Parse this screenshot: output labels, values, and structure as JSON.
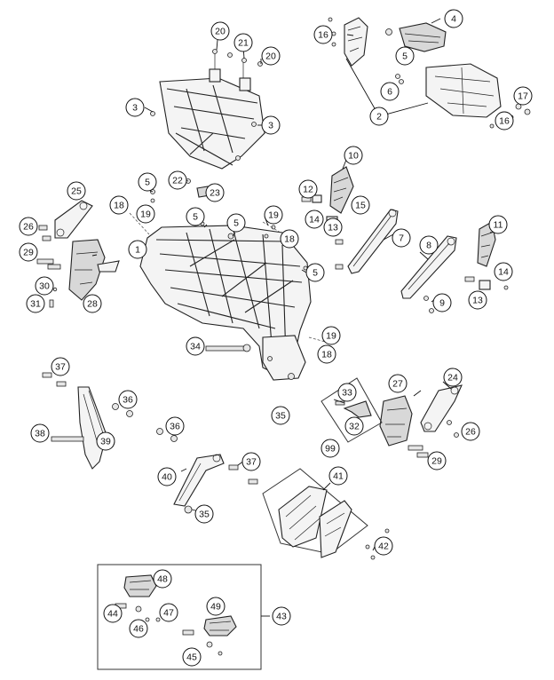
{
  "diagram": {
    "callouts": [
      "1",
      "2",
      "3",
      "3",
      "4",
      "5",
      "5",
      "5",
      "5",
      "5",
      "6",
      "7",
      "8",
      "9",
      "10",
      "11",
      "12",
      "13",
      "13",
      "14",
      "14",
      "15",
      "16",
      "16",
      "17",
      "18",
      "18",
      "18",
      "19",
      "19",
      "19",
      "20",
      "20",
      "21",
      "22",
      "23",
      "24",
      "25",
      "26",
      "26",
      "27",
      "28",
      "29",
      "29",
      "30",
      "31",
      "32",
      "33",
      "34",
      "35",
      "35",
      "36",
      "36",
      "37",
      "37",
      "38",
      "39",
      "40",
      "41",
      "42",
      "43",
      "44",
      "45",
      "46",
      "47",
      "48",
      "49",
      "99"
    ]
  }
}
